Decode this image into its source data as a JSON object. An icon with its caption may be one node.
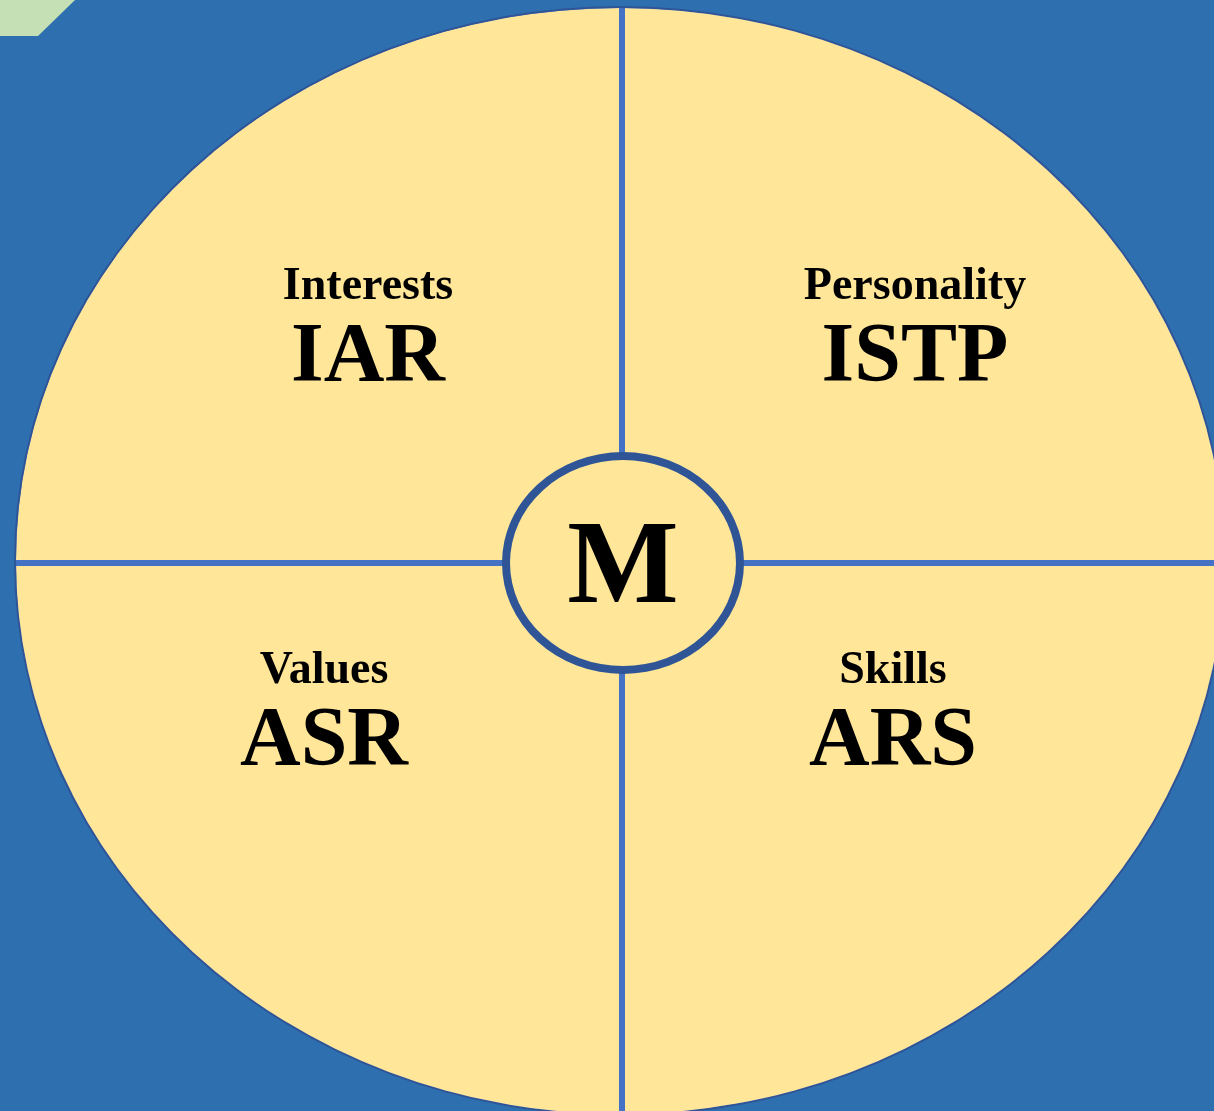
{
  "diagram": {
    "nodes": [
      {
        "text": [],
        "shape": "circle"
      },
      {
        "text": [
          "Interests",
          "IAR"
        ],
        "in": 0
      },
      {
        "text": [
          "Personality",
          "ISTP"
        ],
        "in": 0
      },
      {
        "text": [
          "Values",
          "ASR"
        ],
        "in": 0
      },
      {
        "text": [
          "Skills",
          "ARS"
        ],
        "in": 0
      },
      {
        "text": [
          "M"
        ],
        "in": 0
      }
    ]
  }
}
